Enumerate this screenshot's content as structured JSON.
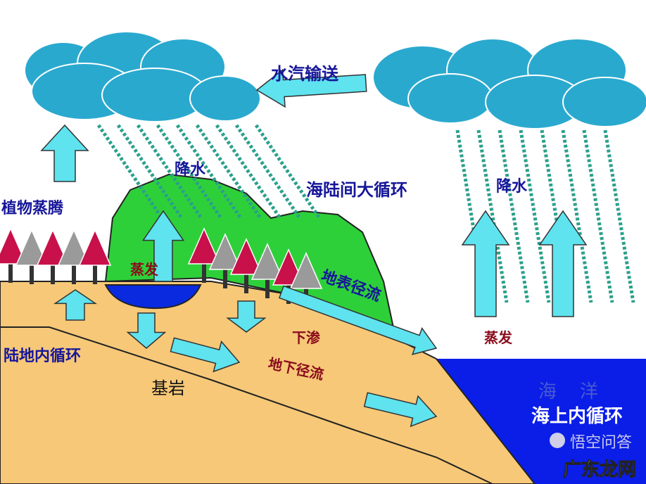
{
  "labels": {
    "vapor_transport": "水汽输送",
    "precip_left": "降水",
    "precip_right": "降水",
    "sea_land_cycle": "海陆间大循环",
    "transpiration": "植物蒸腾",
    "evaporation_lake": "蒸发",
    "surface_runoff": "地表径流",
    "infiltration": "下渗",
    "groundwater_runoff": "地下径流",
    "land_cycle": "陆地内循环",
    "bedrock": "基岩",
    "evaporation_ocean": "蒸发",
    "ocean": "海    洋",
    "ocean_cycle": "海上内循环"
  },
  "watermarks": [
    "悟空问答",
    "广东龙网"
  ],
  "colors": {
    "cloud": "#2aa9cf",
    "arrow": "#5ee3ef",
    "ground": "#f6c878",
    "hill": "#2ed03a",
    "ocean": "#0a1ee8",
    "rain": "#2aa08c",
    "label_blue": "#16169a",
    "label_red": "#8a0c1c"
  }
}
